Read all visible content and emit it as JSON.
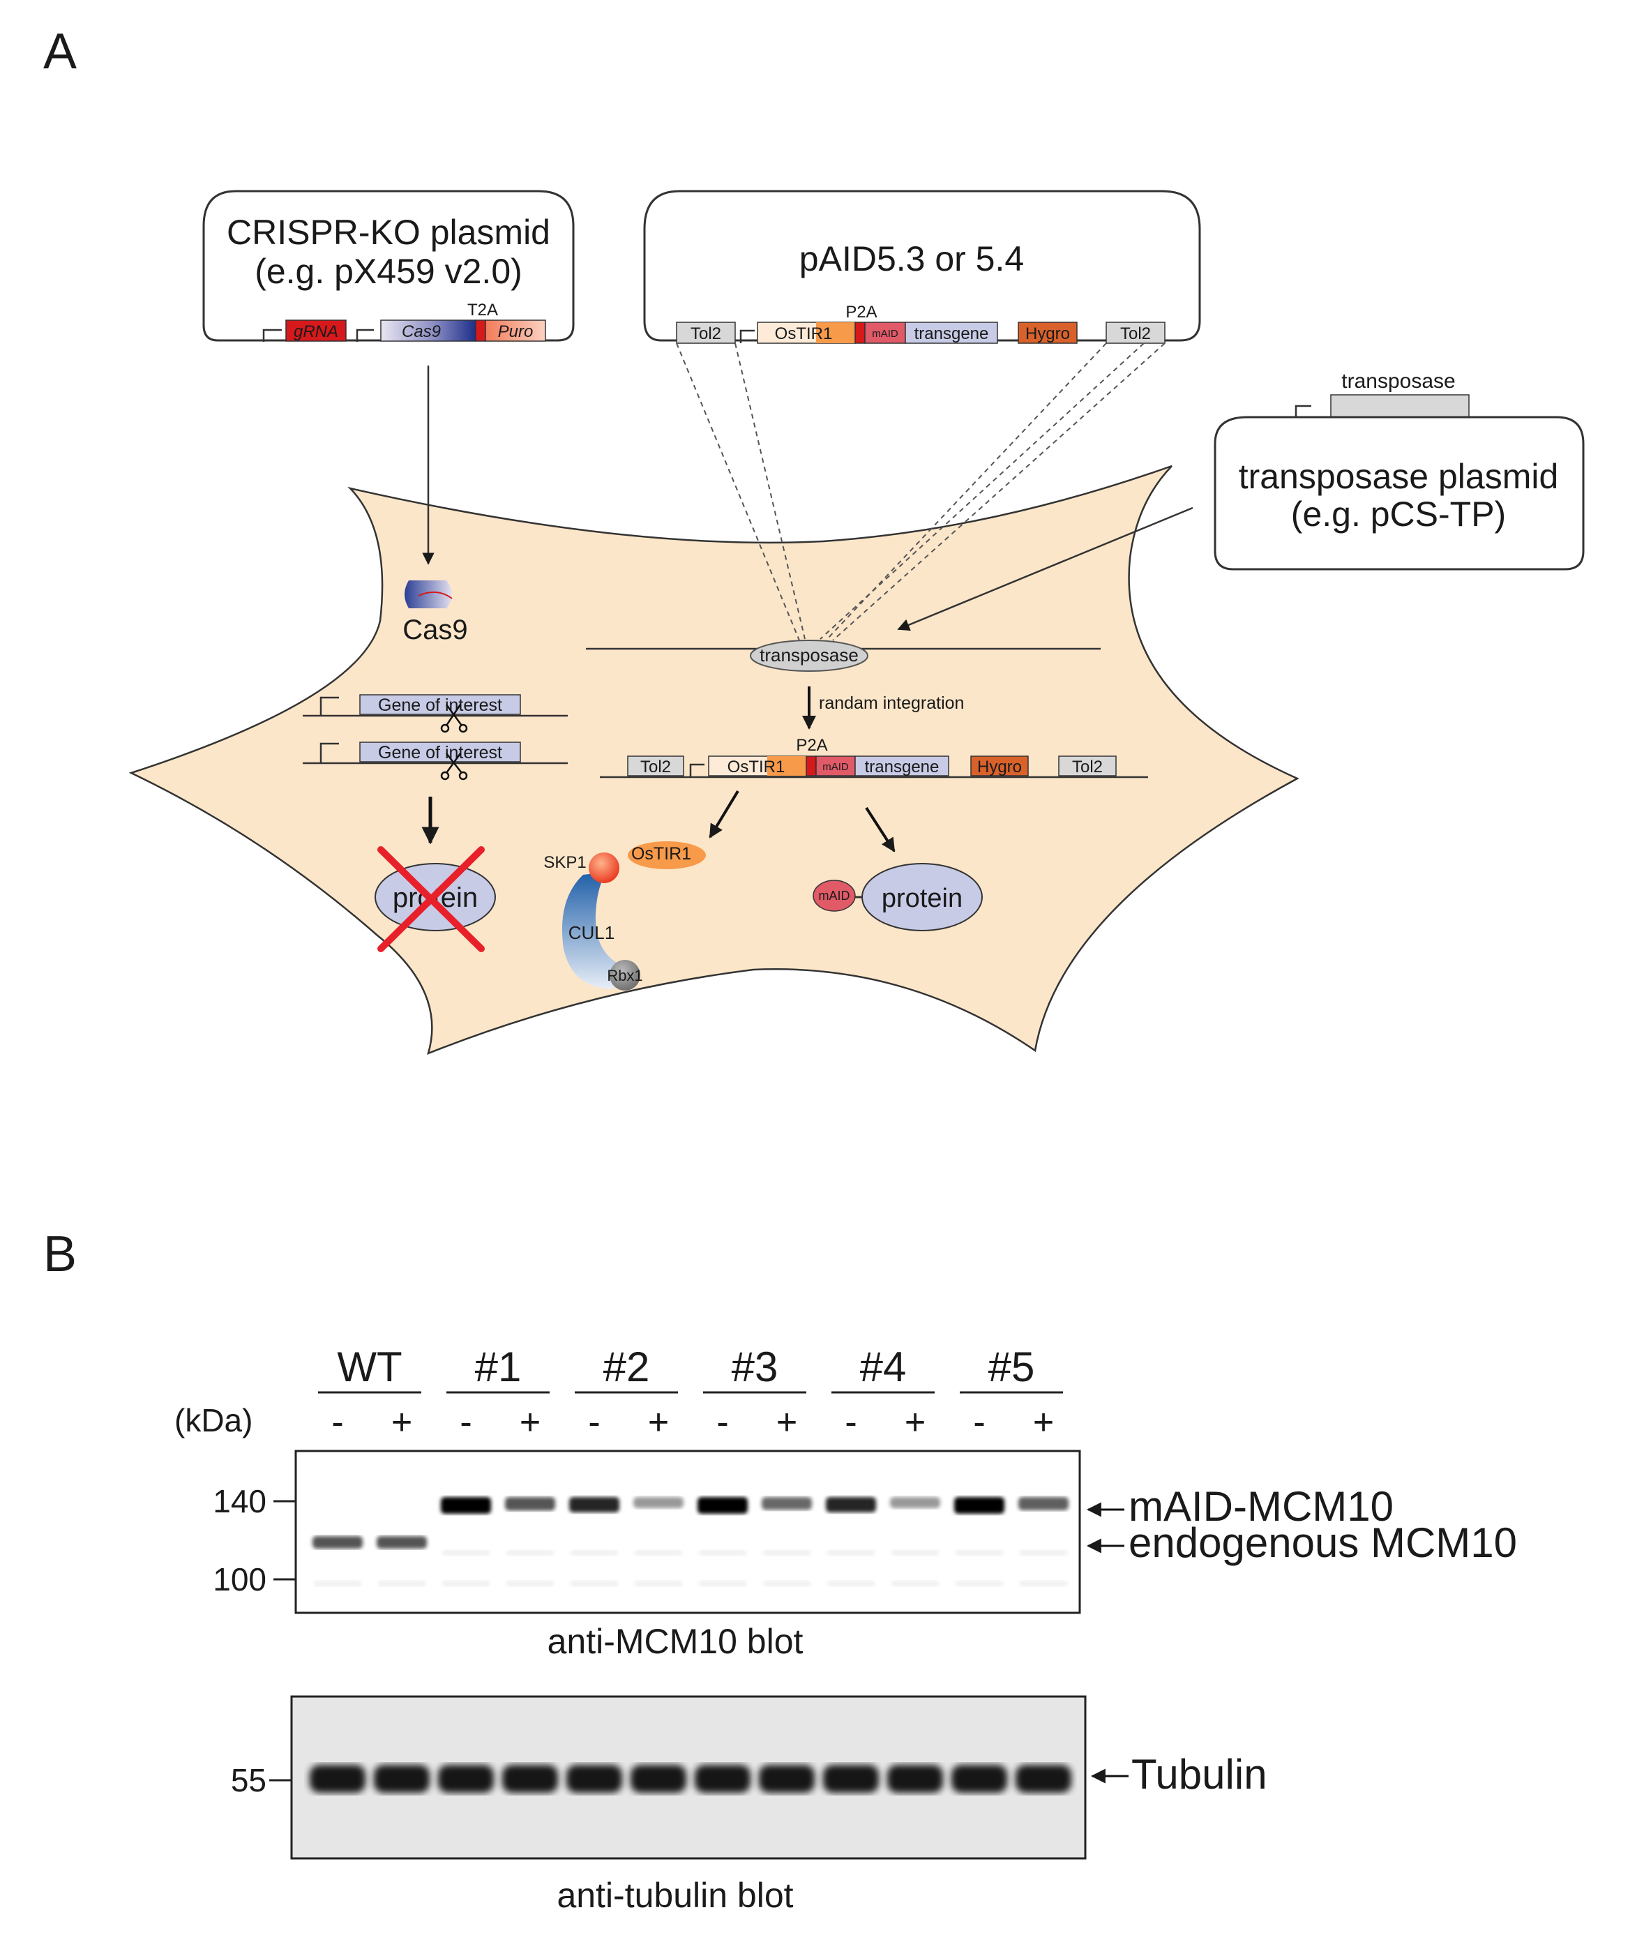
{
  "panelA": {
    "letter": "A",
    "crispr_box": {
      "title_line1": "CRISPR-KO plasmid",
      "title_line2": "(e.g. pX459 v2.0)",
      "t2a": "T2A",
      "gRNA": "gRNA",
      "cas9": "Cas9",
      "puro": "Puro"
    },
    "paid_box": {
      "title": "pAID5.3 or 5.4",
      "p2a": "P2A",
      "tol2_left": "Tol2",
      "ostir1": "OsTIR1",
      "maid": "mAID",
      "transgene": "transgene",
      "hygro": "Hygro",
      "tol2_right": "Tol2"
    },
    "transposase_box": {
      "gene_label": "transposase",
      "title_line1": "transposase plasmid",
      "title_line2": "(e.g. pCS-TP)"
    },
    "cell": {
      "cas9_label": "Cas9",
      "gene_of_interest_1": "Gene of interest",
      "gene_of_interest_2": "Gene of interest",
      "ko_protein": "protein",
      "transposase_oval": "transposase",
      "integration": "randam integration",
      "p2a": "P2A",
      "tol2_left": "Tol2",
      "ostir1": "OsTIR1",
      "maid": "mAID",
      "transgene": "transgene",
      "hygro": "Hygro",
      "tol2_right": "Tol2",
      "skp1": "SKP1",
      "ostir1_protein": "OsTIR1",
      "cul1": "CUL1",
      "rbx1": "Rbx1",
      "maid_tag": "mAID",
      "tagged_protein": "protein"
    },
    "colors": {
      "cell_fill": "#fce6c9",
      "grna": "#d7191c",
      "ostir1": "#f79a4a",
      "maid": "#e05a68",
      "transgene": "#c8cbe6",
      "hygro": "#d9622b",
      "tol2": "#d8d8d8",
      "cas9_blue": "#2b3f94",
      "cul1_blue": "#1f5fa8",
      "ko_cross": "#e8202a"
    }
  },
  "panelB": {
    "letter": "B",
    "lane_groups": [
      "WT",
      "#1",
      "#2",
      "#3",
      "#4",
      "#5"
    ],
    "kda_label": "(kDa)",
    "treatment_signs": [
      "-",
      "+",
      "-",
      "+",
      "-",
      "+",
      "-",
      "+",
      "-",
      "+",
      "-",
      "+"
    ],
    "mcm10_blot": {
      "markers": [
        "140",
        "100"
      ],
      "band_labels": [
        "mAID-MCM10",
        "endogenous MCM10"
      ],
      "caption": "anti-MCM10 blot"
    },
    "tubulin_blot": {
      "marker": "55",
      "band_label": "Tubulin",
      "caption": "anti-tubulin blot"
    }
  }
}
